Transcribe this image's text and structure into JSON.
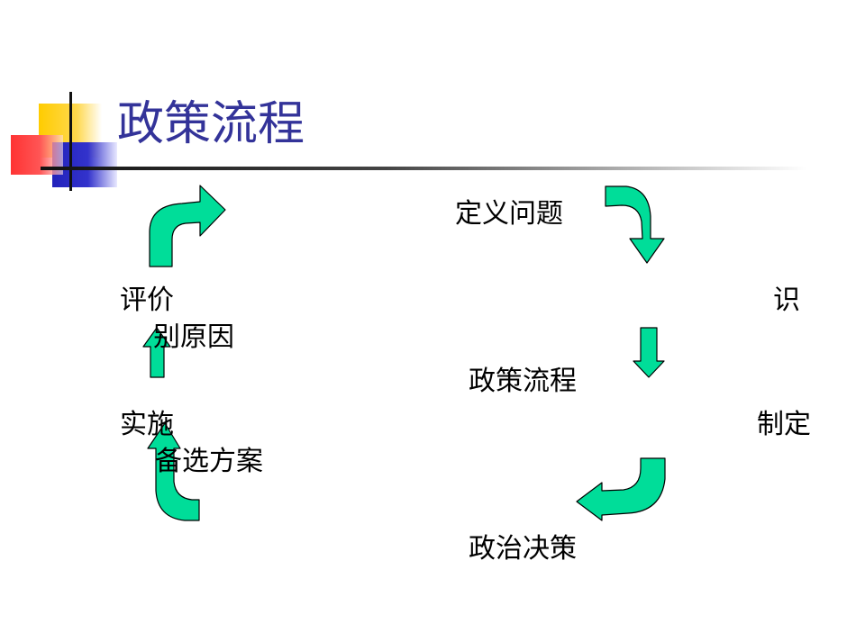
{
  "title": "政策流程",
  "diagram": {
    "center": "政策流程",
    "steps": {
      "define": "定义问题",
      "identify_part1": "识",
      "identify_part2": "别原因",
      "formulate_part1": "制定",
      "formulate_part2": "备选方案",
      "decide": "政治决策",
      "implement": "实施",
      "evaluate": "评价"
    }
  },
  "colors": {
    "title": "#333399",
    "arrow_fill": "#00dd99",
    "arrow_stroke": "#000000"
  }
}
